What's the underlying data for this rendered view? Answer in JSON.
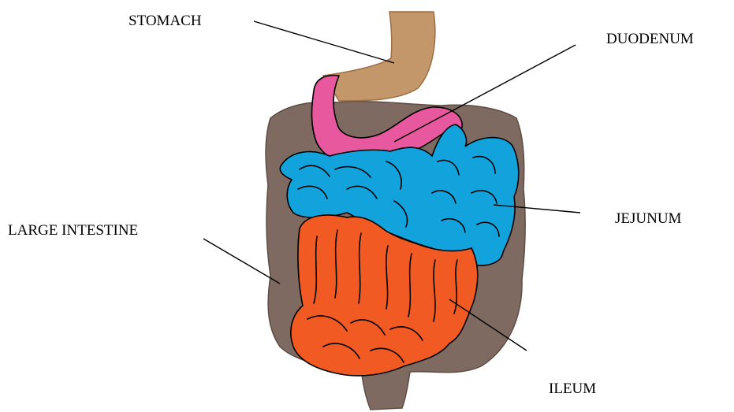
{
  "labels": {
    "stomach": "STOMACH",
    "duodenum": "DUODENUM",
    "large_intestine": "LARGE INTESTINE",
    "jejunum": "JEJUNUM",
    "ileum": "ILEUM"
  },
  "colors": {
    "stomach": "#c4976a",
    "duodenum": "#e8589e",
    "large_intestine": "#7e6a60",
    "jejunum": "#12a3dd",
    "ileum": "#f25a23"
  }
}
